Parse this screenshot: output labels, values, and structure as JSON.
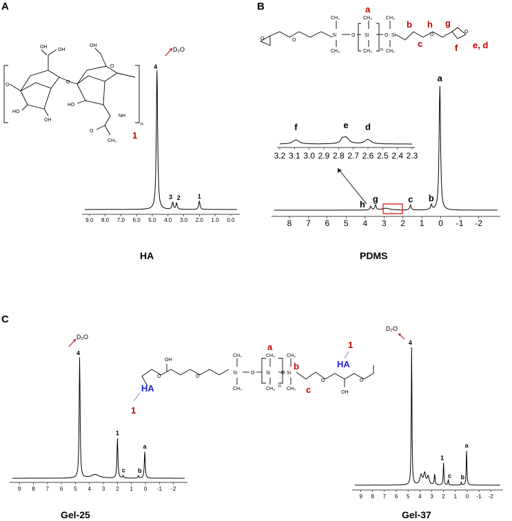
{
  "panels": {
    "A": "A",
    "B": "B",
    "C": "C"
  },
  "captions": {
    "ha": "HA",
    "pdms": "PDMS",
    "gel25": "Gel-25",
    "gel37": "Gel-37"
  },
  "solvent": {
    "d2o": "D₂O"
  },
  "structures": {
    "ha": {
      "label1": "1",
      "n": "n",
      "atoms": {
        "oh": "OH",
        "ho": "HO",
        "o": "O",
        "nh": "NH",
        "ch3": "CH₃"
      }
    },
    "pdms": {
      "labels": [
        "a",
        "b",
        "c",
        "h",
        "g",
        "f",
        "e, d"
      ],
      "n": "n",
      "atoms": {
        "si": "Si",
        "o": "O",
        "ch3": "CH₃"
      }
    },
    "gel": {
      "labels": [
        "a",
        "b",
        "c",
        "1",
        "1"
      ],
      "ha": "HA",
      "n": "n",
      "atoms": {
        "oh": "OH",
        "si": "Si",
        "o": "O",
        "ch3": "CH₃"
      }
    }
  },
  "chart_data": [
    {
      "type": "line",
      "panel": "A",
      "xlabel": "",
      "xlim": [
        9.3,
        -0.4
      ],
      "xticks": [
        "9.0",
        "8.0",
        "7.0",
        "6.0",
        "5.0",
        "4.0",
        "3.0",
        "2.0",
        "1.0",
        "0.0"
      ],
      "peaks": [
        {
          "label": "4",
          "x": 4.7,
          "height": 1.0
        },
        {
          "label": "3",
          "x": 3.7,
          "height": 0.05
        },
        {
          "label": "2",
          "x": 3.45,
          "height": 0.045
        },
        {
          "label": "1",
          "x": 2.0,
          "height": 0.06
        }
      ]
    },
    {
      "type": "line",
      "panel": "B",
      "xlim": [
        8.8,
        -3.0
      ],
      "xticks": [
        "8",
        "7",
        "6",
        "5",
        "4",
        "3",
        "2",
        "1",
        "0",
        "-1",
        "-2"
      ],
      "peaks": [
        {
          "label": "a",
          "x": 0.05,
          "height": 1.0
        },
        {
          "label": "b",
          "x": 0.5,
          "height": 0.04
        },
        {
          "label": "c",
          "x": 1.6,
          "height": 0.04
        },
        {
          "label": "g",
          "x": 3.45,
          "height": 0.04
        },
        {
          "label": "h",
          "x": 3.7,
          "height": 0.03
        }
      ],
      "inset": {
        "xlim": [
          3.2,
          2.3
        ],
        "xticks": [
          "3.2",
          "3.1",
          "3.0",
          "2.9",
          "2.8",
          "2.7",
          "2.6",
          "2.5",
          "2.4",
          "2.3"
        ],
        "peaks": [
          {
            "label": "f",
            "x": 3.09,
            "height": 0.5
          },
          {
            "label": "e",
            "x": 2.75,
            "height": 0.8
          },
          {
            "label": "d",
            "x": 2.6,
            "height": 0.55
          }
        ]
      }
    },
    {
      "type": "line",
      "panel": "C",
      "name": "Gel-25",
      "xlim": [
        9.5,
        -2.8
      ],
      "xticks": [
        "9",
        "8",
        "7",
        "6",
        "5",
        "4",
        "3",
        "2",
        "1",
        "0",
        "-1",
        "-2"
      ],
      "peaks": [
        {
          "label": "4",
          "x": 4.7,
          "height": 1.0
        },
        {
          "label": "1",
          "x": 2.0,
          "height": 0.33
        },
        {
          "label": "c",
          "x": 1.6,
          "height": 0.02
        },
        {
          "label": "b",
          "x": 0.5,
          "height": 0.02
        },
        {
          "label": "a",
          "x": 0.05,
          "height": 0.22
        }
      ]
    },
    {
      "type": "line",
      "panel": "C",
      "name": "Gel-37",
      "xlim": [
        9.5,
        -2.8
      ],
      "xticks": [
        "9",
        "8",
        "7",
        "6",
        "5",
        "4",
        "3",
        "2",
        "1",
        "0",
        "-1",
        "-2"
      ],
      "peaks": [
        {
          "label": "4",
          "x": 4.7,
          "height": 1.0
        },
        {
          "label": "1",
          "x": 2.0,
          "height": 0.16
        },
        {
          "label": "c",
          "x": 1.6,
          "height": 0.04
        },
        {
          "label": "b",
          "x": 0.5,
          "height": 0.02
        },
        {
          "label": "a",
          "x": 0.05,
          "height": 0.25
        }
      ]
    }
  ]
}
